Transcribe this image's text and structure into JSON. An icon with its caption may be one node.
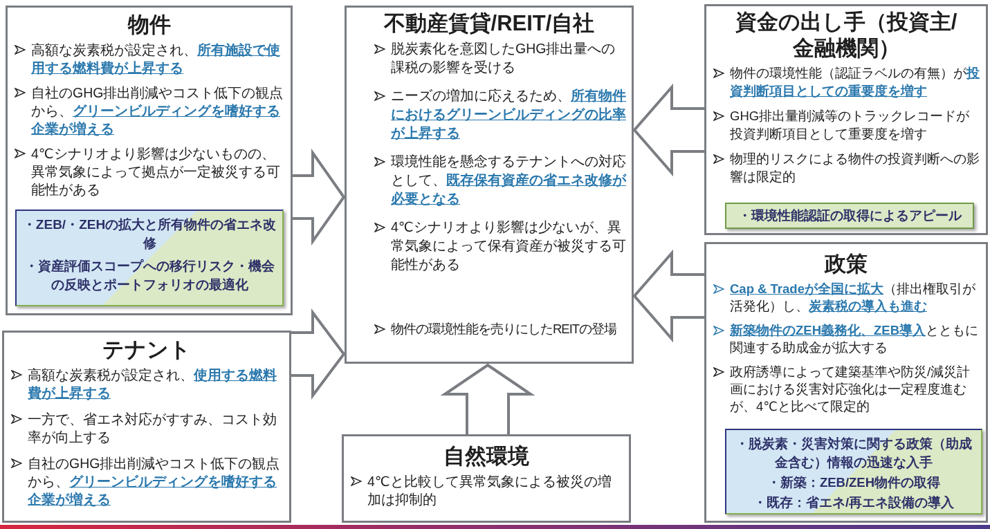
{
  "diagram": {
    "nodes": [
      {
        "text": [
          "物件",
          "高額な炭素税が設定され、**所有施設で使用する燃料費が上昇する**",
          "自社のGHG排出削減やコスト低下の観点から、**グリーンビルディングを嗜好する企業が増える**",
          "4℃シナリオより影響は少ないものの、異常気象によって拠点が一定被災する可能性がある"
        ]
      },
      {
        "text": [
          "・ZEB/・ZEHの拡大と所有物件の省エネ改修",
          "・資産評価スコープへの移行リスク・機会の反映とポートフォリオの最適化"
        ],
        "in": 0
      },
      {
        "text": [
          "テナント",
          "高額な炭素税が設定され、**使用する燃料費が上昇する**",
          "一方で、省エネ対応がすすみ、コスト効率が向上する",
          "自社のGHG排出削減やコスト低下の観点から、**グリーンビルディングを嗜好する企業が増える**"
        ]
      },
      {
        "text": [
          "不動産賃貸/REIT/自社",
          "脱炭素化を意図したGHG排出量への課税の影響を受ける",
          "ニーズの増加に応えるため、**所有物件におけるグリーンビルディングの比率が上昇する**",
          "環境性能を懸念するテナントへの対応として、**既存保有資産の省エネ改修が必要となる**",
          "4℃シナリオより影響は少ないが、異常気象によって保有資産が被災する可能性がある",
          "物件の環境性能を売りにしたREITの登場"
        ]
      },
      {
        "text": [
          "自然環境",
          "4℃と比較して異常気象による被災の増加は抑制的"
        ]
      },
      {
        "text": [
          "資金の出し手（投資主/金融機関）",
          "物件の環境性能（認証ラベルの有無）が**投資判断項目としての重要度を増す**",
          "GHG排出量削減等のトラックレコードが投資判断項目として重要度を増す",
          "物理的リスクによる物件の投資判断への影響は限定的"
        ]
      },
      {
        "text": [
          "・環境性能認証の取得によるアピール"
        ],
        "in": 5
      },
      {
        "text": [
          "政策",
          "**Cap & Tradeが全国に拡大**（排出権取引が活発化）し、**炭素税の導入も進む**",
          "**新築物件のZEH義務化、ZEB導入**とともに関連する助成金が拡大する",
          "政府誘導によって建築基準や防災/減災計画における災害対応強化は一定程度進むが、4℃と比べて限定的"
        ]
      },
      {
        "text": [
          "・脱炭素・災害対策に関する政策（助成金含む）情報の迅速な入手",
          "・新築：ZEB/ZEH物件の取得",
          "・既存：省エネ/再エネ設備の導入"
        ],
        "in": 7
      }
    ],
    "edges": [
      {
        "from": 0,
        "to": 3,
        "arrow": "to"
      },
      {
        "from": 2,
        "to": 3,
        "arrow": "to"
      },
      {
        "from": 4,
        "to": 3,
        "arrow": "to"
      },
      {
        "from": 5,
        "to": 3,
        "arrow": "to"
      },
      {
        "from": 7,
        "to": 3,
        "arrow": "to"
      }
    ]
  }
}
